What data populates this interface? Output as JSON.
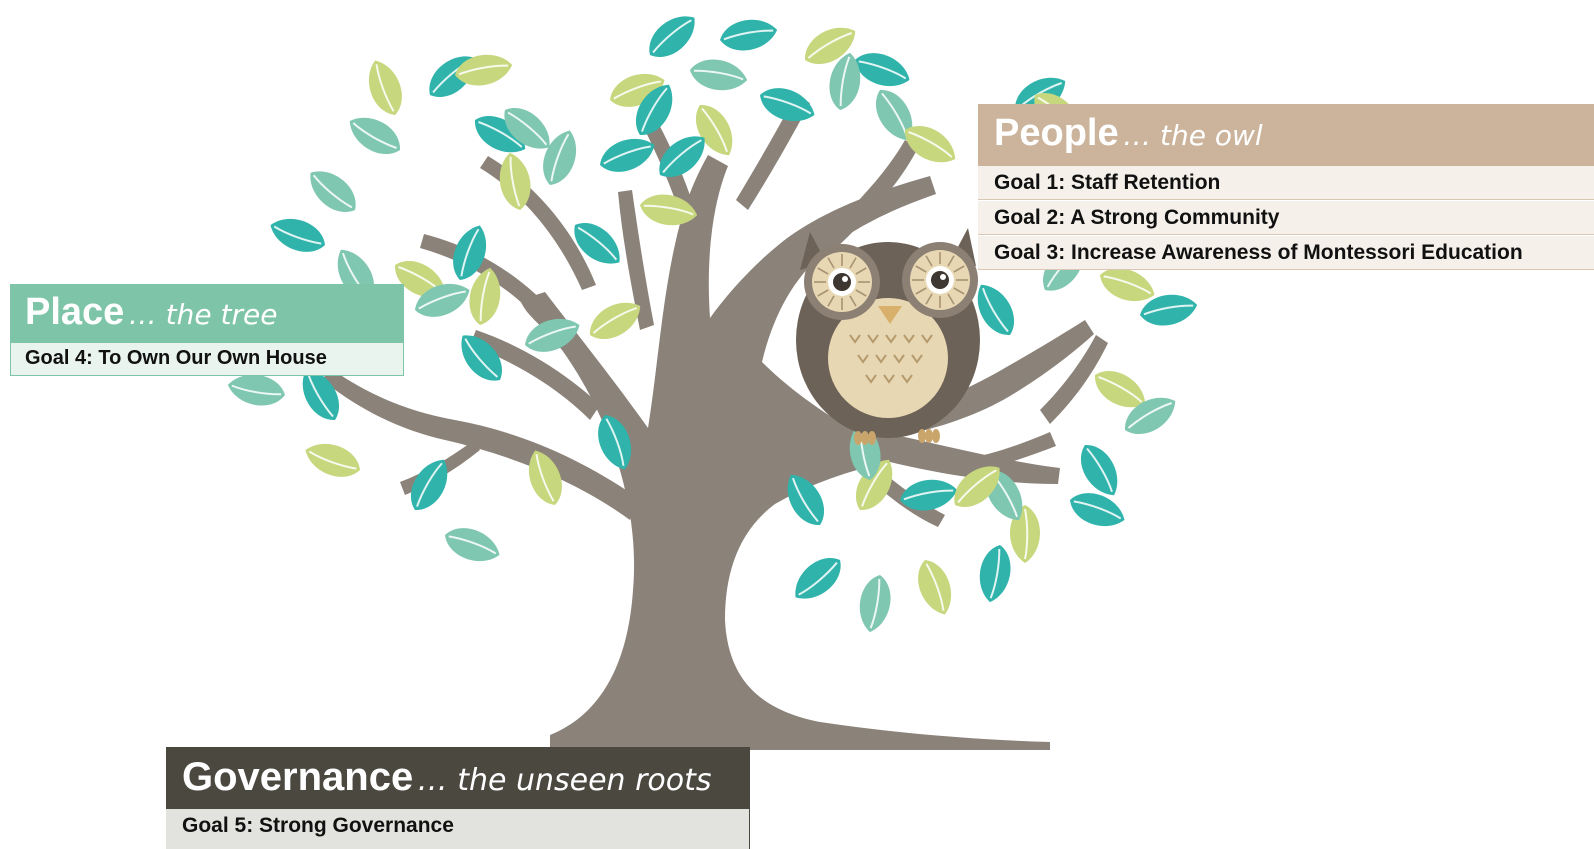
{
  "colors": {
    "trunk": "#8b8279",
    "leaf_teal": "#2fb3ab",
    "leaf_green": "#c7d77e",
    "leaf_mint": "#7fc7b1",
    "people_header": "#cbb49b",
    "place_header": "#7ec4a8",
    "governance_header": "#4b4840",
    "owl_body": "#6d6258",
    "owl_belly": "#e8d7b3"
  },
  "people": {
    "title": "People",
    "subtitle": "… the owl",
    "goals": [
      "Goal 1: Staff Retention",
      "Goal 2: A Strong Community",
      "Goal 3: Increase Awareness of Montessori Education"
    ]
  },
  "place": {
    "title": "Place",
    "subtitle": "… the tree",
    "goals": [
      "Goal 4:  To Own Our Own House"
    ]
  },
  "governance": {
    "title": "Governance",
    "subtitle": "… the unseen roots",
    "goals": [
      "Goal 5:  Strong Governance"
    ]
  }
}
